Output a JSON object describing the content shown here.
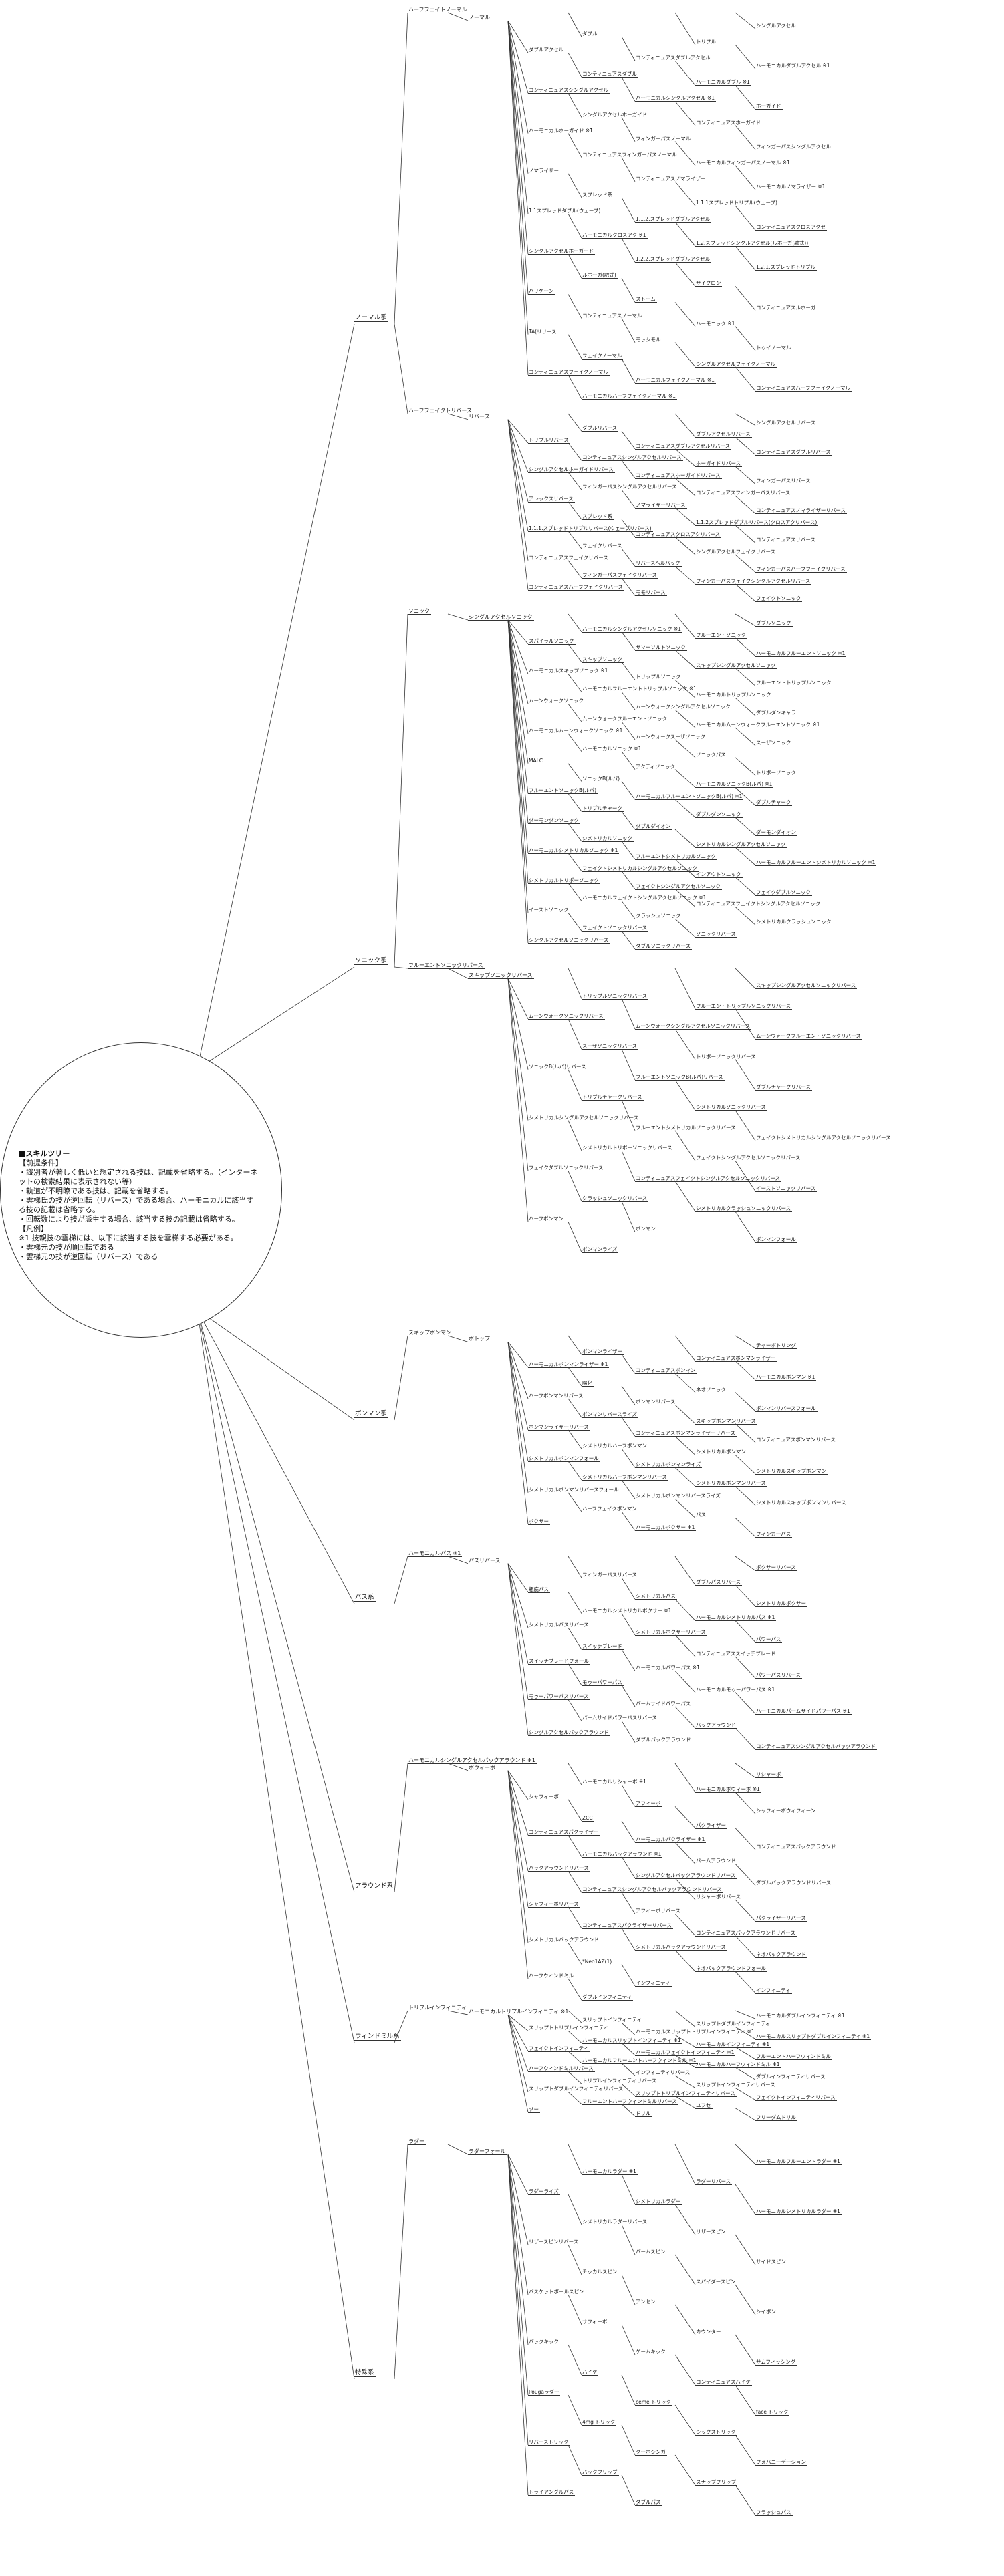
{
  "root": {
    "title": "■スキルツリー",
    "lines": [
      "【前提条件】",
      "・識別者が著しく低いと想定される技は、記載を省略する。（インターネットの検索結果に表示されない等）",
      "・軌道が不明瞭である技は、記載を省略する。",
      "・雲梯氏の技が逆回転（リバース）である場合、ハーモニカルに該当する技の記載は省略する。",
      "・回転数により技が派生する場合、該当する技の記載は省略する。",
      "",
      "【凡例】",
      "※1 技親技の雲梯には、以下に該当する技を雲梯する必要がある。",
      "・雲梯元の技が順回転である",
      "・雲梯元の技が逆回転（リバース）である"
    ]
  },
  "categories": [
    "ノーマル系",
    "ソニック系",
    "ボンマン系",
    "バス系",
    "アラウンド系",
    "ウィンドミル系",
    "特殊系"
  ],
  "nodes": [
    "ハーフフェイトノーマル",
    "ノーマル",
    "シングルアクセル",
    "ダブル",
    "トリプル",
    "ダブルアクセル",
    "コンティニュアスダブルアクセル",
    "ハーモニカルダブルアクセル ※1",
    "コンティニュアスダブル",
    "ハーモニカルダブル ※1",
    "コンティニュアスシングルアクセル",
    "ハーモニカルシングルアクセル ※1",
    "ホーガイド",
    "シングルアクセルホーガイド",
    "コンティニュアスホーガイド",
    "ハーモニカルホーガイド ※1",
    "フィンガーパスノーマル",
    "フィンガーパスシングルアクセル",
    "コンティニュアスフィンガーパスノーマル",
    "ハーモニカルフィンガーパスノーマル ※1",
    "ノマライザー",
    "コンティニュアスノマライザー",
    "ハーモニカルノマライザー ※1",
    "スプレッド系",
    "1.1.1スプレッドトリプル(ウェーブ)",
    "1.1スプレッドダブル(ウェーブ)",
    "1.1.2.スプレッドダブルアクセル",
    "コンティニュアスクロスアクセ",
    "ハーモニカルクロスアク ※1",
    "1.2.スプレッドシングルアクセル(ルホーガ(融式))",
    "シングルアクセルホーガード",
    "1.2.2.スプレッドダブルアクセル",
    "1.2.1.スプレッドトリプル",
    "ルホーガ(融式)",
    "サイクロン",
    "ハリケーン",
    "ストーム",
    "コンティニュアスルホーガ",
    "コンティニュアスノーマル",
    "ハーモニック ※1",
    "TA(リリース",
    "モッシモル",
    "トゥイノーマル",
    "フェイクノーマル",
    "シングルアクセルフェイクノーマル",
    "コンティニュアスフェイクノーマル",
    "ハーモニカルフェイクノーマル ※1",
    "コンティニュアスハーフフェイクノーマル",
    "ハーモニカルハーフフェイクノーマル ※1",
    "ハーフフェイクトリバース",
    "リバース",
    "シングルアクセルリバース",
    "ダブルリバース",
    "ダブルアクセルリバース",
    "トリプルリバース",
    "コンティニュアスダブルアクセルリバース",
    "コンティニュアスダブルリバース",
    "コンティニュアスシングルアクセルリバース",
    "ホーガイドリバース",
    "シングルアクセルホーガイドリバース",
    "コンティニュアスホーガイドリバース",
    "フィンガーパスリバース",
    "フィンガーパスシングルアクセルリバース",
    "コンティニュアスフィンガーパスリバース",
    "アレックスリバース",
    "ノマライザーリバース",
    "コンティニュアスノマライザーリバース",
    "スプレッド系",
    "1.1.2スプレッドダブルリバース(クロスアクリバース)",
    "1.1.1.スプレッドトリプルリバース(ウェーブリバース)",
    "コンティニュアスクロスアクリバース",
    "コンティニュアスリバース",
    "フェイクリバース",
    "シングルアクセルフェイクリバース",
    "コンティニュアスフェイクリバース",
    "リバースヘルバック",
    "フィンガーパスハーフフェイクリバース",
    "フィンガーパスフェイクリバース",
    "フィンガーパスフェイクシングルアクセルリバース",
    "コンティニュアスハーフフェイクリバース",
    "モモリバース",
    "フェイクトソニック",
    "ソニック",
    "シングルアクセルソニック",
    "ダブルソニック",
    "ハーモニカルシングルアクセルソニック ※1",
    "フルーエントソニック",
    "スパイラルソニック",
    "サマーソルトソニック",
    "ハーモニカルフルーエントソニック ※1",
    "スキップソニック",
    "スキップシングルアクセルソニック",
    "ハーモニカルスキップソニック ※1",
    "トリップルソニック",
    "フルーエントトリップルソニック",
    "ハーモニカルフルーエントトリップルソニック ※1",
    "ハーモニカルトリップルソニック",
    "ムーンウォークソニック",
    "ムーンウォークシングルアクセルソニック",
    "ダブルダンキャラ",
    "ムーンウォークフルーエントソニック",
    "ハーモニカルムーンウォークフルーエントソニック ※1",
    "ハーモニカルムーンウォークソニック ※1",
    "ムーンウォークスーザソニック",
    "スーザソニック",
    "ハーモニカルソニック ※1",
    "ソニックパス",
    "MALC",
    "アクティソニック",
    "トリポーソニック",
    "ソニックB(ルパ)",
    "ハーモニカルソニックB(ルパ) ※1",
    "フルーエントソニックB(ルパ)",
    "ハーモニカルフルーエントソニックB(ルパ) ※1",
    "ダブルチャーク",
    "トリプルチャーク",
    "ダブルダンソニック",
    "ダーモンダンソニック",
    "ダブルダイオン",
    "ダーモンダイオン",
    "シメトリカルソニック",
    "シメトリカルシングルアクセルソニック",
    "ハーモニカルシメトリカルソニック ※1",
    "フルーエントシメトリカルソニック",
    "ハーモニカルフルーエントシメトリカルソニック ※1",
    "フェイクトシメトリカルシングルアクセルソニック",
    "インアウトソニック",
    "シメトリカルトリポーソニック",
    "フェイクトシングルアクセルソニック",
    "フェイクダブルソニック",
    "ハーモニカルフェイクトシングルアクセルソニック ※1",
    "コンティニュアスフェイクトシングルアクセルソニック",
    "イーストソニック",
    "クラッシュソニック",
    "シメトリカルクラッシュソニック",
    "フェイクトソニックリバース",
    "ソニックリバース",
    "シングルアクセルソニックリバース",
    "ダブルソニックリバース",
    "フルーエントソニックリバース",
    "スキップソニックリバース",
    "スキップシングルアクセルソニックリバース",
    "トリップルソニックリバース",
    "フルーエントトリップルソニックリバース",
    "ムーンウォークソニックリバース",
    "ムーンウォークシングルアクセルソニックリバース",
    "ムーンウォークフルーエントソニックリバース",
    "スーザソニックリバース",
    "トリポーソニックリバース",
    "ソニックB(ルパ)リバース",
    "フルーエントソニックB(ルパ)リバース",
    "ダブルチャークリバース",
    "トリプルチャークリバース",
    "シメトリカルソニックリバース",
    "シメトリカルシングルアクセルソニックリバース",
    "フルーエントシメトリカルソニックリバース",
    "フェイクトシメトリカルシングルアクセルソニックリバース",
    "シメトリカルトリポーソニックリバース",
    "フェイクトシングルアクセルソニックリバース",
    "フェイクダブルソニックリバース",
    "コンティニュアスフェイクトシングルアクセルソニックリバース",
    "イーストソニックリバース",
    "クラッシュソニックリバース",
    "シメトリカルクラッシュソニックリバース",
    "ハーフボンマン",
    "ボンマン",
    "ボンマンフォール",
    "ボンマンライズ",
    "スキップボンマン",
    "ボトップ",
    "チャーボトリング",
    "ボンマンライザー",
    "コンティニュアスボンマンライザー",
    "ハーモニカルボンマンライザー ※1",
    "コンティニュアスボンマン",
    "ハーモニカルボンマン ※1",
    "陽化",
    "ネオソニック",
    "ハーフボンマンリバース",
    "ボンマンリバース",
    "ボンマンリバースフォール",
    "ボンマンリバースライズ",
    "スキップボンマンリバース",
    "ボンマンライザーリバース",
    "コンティニュアスボンマンライザーリバース",
    "コンティニュアスボンマンリバース",
    "シメトリカルハーフボンマン",
    "シメトリカルボンマン",
    "シメトリカルボンマンフォール",
    "シメトリカルボンマンライズ",
    "シメトリカルスキップボンマン",
    "シメトリカルハーフボンマンリバース",
    "シメトリカルボンマンリバース",
    "シメトリカルボンマンリバースフォール",
    "シメトリカルボンマンリバースライズ",
    "シメトリカルスキップボンマンリバース",
    "ハーフフェイクボンマン",
    "パス",
    "ボクサー",
    "ハーモニカルボクサー ※1",
    "フィンガーパス",
    "ハーモニカルパス ※1",
    "パスリバース",
    "ボクサーリバース",
    "フィンガーパスリバース",
    "ダブルパスリバース",
    "瓶底パス",
    "シメトリカルパス",
    "シメトリカルボクサー",
    "ハーモニカルシメトリカルボクサー ※1",
    "ハーモニカルシメトリカルパス ※1",
    "シメトリカルパスリバース",
    "シメトリカルボクサーリバース",
    "パワーパス",
    "スイッチブレード",
    "コンティニュアススイッチブレード",
    "スイッチブレードフォール",
    "ハーモニカルパワーパス ※1",
    "パワーパスリバース",
    "モゥーパワーパス",
    "ハーモニカルモゥーパワーパス ※1",
    "モゥーパワーパスリバース",
    "パームサイドパワーパス",
    "ハーモニカルパームサイドパワーパス ※1",
    "パームサイドパワーパスリバース",
    "バックアラウンド",
    "シングルアクセルバックアラウンド",
    "ダブルバックアラウンド",
    "コンティニュアスシングルアクセルバックアラウンド",
    "ハーモニカルシングルアクセルバックアラウンド ※1",
    "ボウィーボ",
    "リシャーボ",
    "ハーモニカルリシャーボ ※1",
    "ハーモニカルボウィーボ ※1",
    "シャフィーボ",
    "アフィーボ",
    "シャフィーボウィフィーン",
    "ZCC",
    "パクライザー",
    "コンティニュアスパクライザー",
    "ハーモニカルパクライザー ※1",
    "コンティニュアスバックアラウンド",
    "ハーモニカルバックアラウンド ※1",
    "パームアラウンド",
    "バックアラウンドリバース",
    "シングルアクセルバックアラウンドリバース",
    "ダブルバックアラウンドリバース",
    "コンティニュアスシングルアクセルバックアラウンドリバース",
    "リシャーボリバース",
    "シャフィーボリバース",
    "アフィーボリバース",
    "パクライザーリバース",
    "コンティニュアスパクライザーリバース",
    "コンティニュアスバックアラウンドリバース",
    "シメトリカルバックアラウンド",
    "シメトリカルバックアラウンドリバース",
    "ネオバックアラウンド",
    "*Neo1AZ(1)",
    "ネオバックアラウンドフォール",
    "ハーフウィンドミル",
    "インフィニティ",
    "インフィニティ",
    "ダブルインフィニティ",
    "トリプルインフィニティ",
    "ハーモニカルトリプルインフィニティ ※1",
    "ハーモニカルダブルインフィニティ ※1",
    "スリップトインフィニティ",
    "スリップトダブルインフィニティ",
    "スリップトトリプルインフィニティ",
    "ハーモニカルスリップトトリプルインフィニティ ※1",
    "ハーモニカルスリップトダブルインフィニティ ※1",
    "ハーモニカルスリップトインフィニティ ※1",
    "ハーモニカルインフィニティ ※1",
    "フェイクトインフィニティ",
    "ハーモニカルフェイクトインフィニティ ※1",
    "フルーエントハーフウィンドミル",
    "ハーモニカルフルーエントハーフウィンドミル ※1",
    "ハーモニカルハーフウィンドミル ※1",
    "ハーフウィンドミルリバース",
    "インフィニティリバース",
    "ダブルインフィニティリバース",
    "トリプルインフィニティリバース",
    "スリップトインフィニティリバース",
    "スリップトダブルインフィニティリバース",
    "スリップトトリプルインフィニティリバース",
    "フェイクトインフィニティリバース",
    "フルーエントハーフウィンドミルリバース",
    "ユフセ",
    "ゾー",
    "ドリル",
    "フリーダムドリル",
    "ラダー",
    "ラダーフォール",
    "ハーモニカルフルーエントラダー ※1",
    "ハーモニカルラダー ※1",
    "ラダーリバース",
    "ラダーライズ",
    "シメトリカルラダー",
    "ハーモニカルシメトリカルラダー ※1",
    "シメトリカルラダーリバース",
    "リザースピン",
    "リザースピンリバース",
    "パームスピン",
    "サイドスピン",
    "チッカルスピン",
    "スパイダースピン",
    "バスケットボールスピン",
    "アンセン",
    "シイボン",
    "サフィーボ",
    "カウンター",
    "パックキック",
    "ゲームキック",
    "サムフィッシング",
    "ハイケ",
    "コンティニュアスハイケ",
    "Pougaラダー",
    "ceme トリック",
    "face トリック",
    "4mg トリック",
    "シックストリック",
    "リバーストリック",
    "クーボシンガ",
    "フォバニーデーション",
    "バックフリップ",
    "スナップフリップ",
    "トライアングルパス",
    "ダブルパス",
    "フラッシュパス"
  ],
  "colors": {
    "line": "#333333",
    "background": "#ffffff",
    "text": "#111111"
  }
}
